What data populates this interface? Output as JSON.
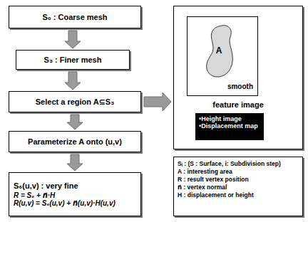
{
  "diagram": {
    "nodes": [
      {
        "text": [
          "S₀ : Coarse mesh"
        ]
      },
      {
        "text": [
          "S₃ : Finer mesh"
        ]
      },
      {
        "text": [
          "Select a region A⊆S₃"
        ]
      },
      {
        "text": [
          "Parameterize A onto (u,v)"
        ]
      },
      {
        "text": [
          "S₆(u,v) : very fine",
          "R = S₆ + n⃗·H",
          "R(u,v) = S₆(u,v) + n⃗(u,v)·H(u,v)"
        ]
      },
      {
        "text": [
          "feature image"
        ]
      },
      {
        "text": [
          "smooth"
        ],
        "in": 5
      },
      {
        "text": [
          "A"
        ],
        "in": 6
      },
      {
        "text": [
          "•Height image",
          "•Displacement map"
        ],
        "in": 5
      },
      {
        "text": [
          "Sᵢ : (S : Surface, i: Subdivision step)",
          "A : interesting area",
          "R : result vertex position",
          "n⃗ : vertex normal",
          "H : displacement or height"
        ]
      }
    ],
    "edges": [
      {
        "from": 0,
        "to": 1,
        "arrow": "to"
      },
      {
        "from": 1,
        "to": 2,
        "arrow": "to"
      },
      {
        "from": 2,
        "to": 3,
        "arrow": "to"
      },
      {
        "from": 3,
        "to": 4,
        "arrow": "to"
      },
      {
        "from": 2,
        "to": 5,
        "arrow": "to"
      }
    ]
  }
}
